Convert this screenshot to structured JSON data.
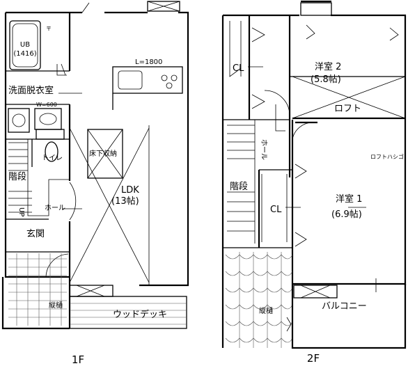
{
  "floors": [
    {
      "label": "1F",
      "rooms": {
        "ub": "UB",
        "ub_size": "(1416)",
        "washroom": "洗面脱衣室",
        "w600": "W=600",
        "toilet": "トイレ",
        "stairs": "階段",
        "up": "UP",
        "hall": "ホール",
        "entrance": "玄関",
        "kitchen_len": "L=1800",
        "underfloor": "床下収納",
        "ldk": "LDK",
        "ldk_size": "(13帖)",
        "gutter": "縦樋",
        "deck": "ウッドデッキ"
      }
    },
    {
      "label": "2F",
      "rooms": {
        "cl_top": "CL",
        "bedroom2": "洋室 2",
        "bedroom2_size": "(5.8帖)",
        "loft": "ロフト",
        "hall": "ホール",
        "loft_ladder": "ロフトハシゴ",
        "stairs": "階段",
        "cl_mid": "CL",
        "bedroom1": "洋室 1",
        "bedroom1_size": "(6.9帖)",
        "gutter": "縦樋",
        "balcony": "バルコニー"
      }
    }
  ]
}
